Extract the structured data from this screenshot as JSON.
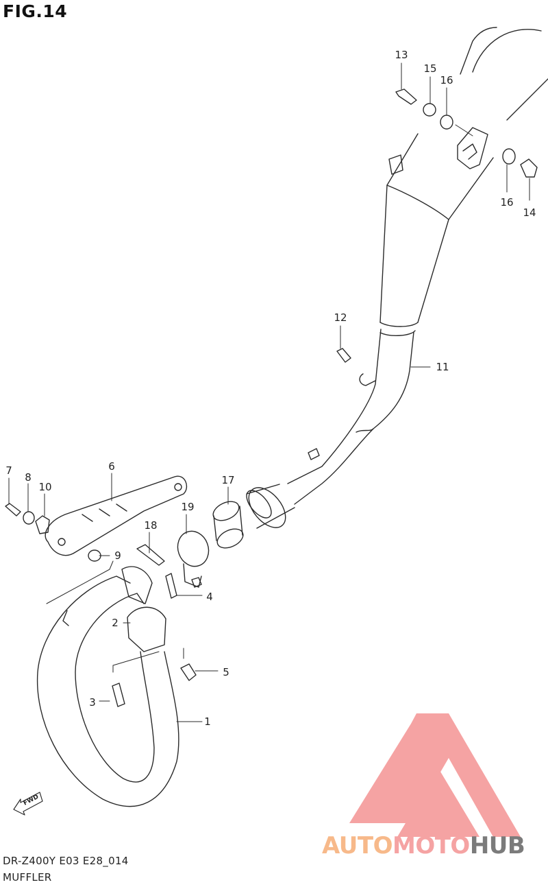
{
  "figure": {
    "title": "FIG.14"
  },
  "captions": {
    "model_code": "DR-Z400Y E03 E28_014",
    "section": "MUFFLER"
  },
  "fwd_label": "FWD",
  "brand": {
    "part1": "AUTO",
    "part2": "MOTO",
    "part3": "HUB",
    "colors": {
      "triangle": "#f5a3a3",
      "auto": "#f7b98a",
      "moto": "#f5a3a3",
      "hub": "#7b7b7b"
    }
  },
  "callouts": [
    {
      "id": "13",
      "label": "13"
    },
    {
      "id": "15",
      "label": "15"
    },
    {
      "id": "16a",
      "label": "16"
    },
    {
      "id": "16b",
      "label": "16"
    },
    {
      "id": "14",
      "label": "14"
    },
    {
      "id": "12",
      "label": "12"
    },
    {
      "id": "11",
      "label": "11"
    },
    {
      "id": "7",
      "label": "7"
    },
    {
      "id": "8",
      "label": "8"
    },
    {
      "id": "10",
      "label": "10"
    },
    {
      "id": "6",
      "label": "6"
    },
    {
      "id": "17",
      "label": "17"
    },
    {
      "id": "19",
      "label": "19"
    },
    {
      "id": "18",
      "label": "18"
    },
    {
      "id": "9",
      "label": "9"
    },
    {
      "id": "4",
      "label": "4"
    },
    {
      "id": "2",
      "label": "2"
    },
    {
      "id": "5",
      "label": "5"
    },
    {
      "id": "3",
      "label": "3"
    },
    {
      "id": "1",
      "label": "1"
    }
  ]
}
